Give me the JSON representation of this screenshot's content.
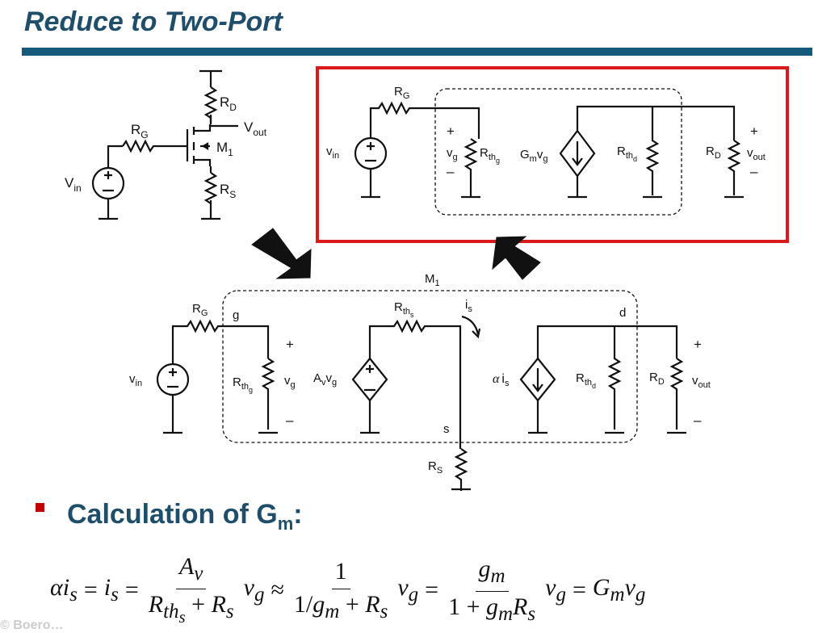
{
  "slide": {
    "title": "Reduce to Two-Port"
  },
  "mosfet_circuit": {
    "source": "V",
    "source_sub": "in",
    "rg": "R",
    "rg_sub": "G",
    "rd": "R",
    "rd_sub": "D",
    "rs": "R",
    "rs_sub": "S",
    "out": "V",
    "out_sub": "out",
    "device": "M",
    "device_sub": "1"
  },
  "two_port": {
    "vin": "v",
    "vin_sub": "in",
    "rg": "R",
    "rg_sub": "G",
    "plus_vg": "+",
    "vg": "v",
    "vg_sub": "g",
    "minus_vg": "–",
    "rthg": "R",
    "rthg_sub": "th",
    "rthg_subsub": "g",
    "gm": "G",
    "gm_sub": "m",
    "gm_v": "v",
    "gm_v_sub": "g",
    "rthd": "R",
    "rthd_sub": "th",
    "rthd_subsub": "d",
    "rd": "R",
    "rd_sub": "D",
    "plus_out": "+",
    "vout": "v",
    "vout_sub": "out",
    "minus_out": "–"
  },
  "model": {
    "device": "M",
    "device_sub": "1",
    "vin": "v",
    "vin_sub": "in",
    "rg": "R",
    "rg_sub": "G",
    "node_g": "g",
    "node_s": "s",
    "node_d": "d",
    "rthg": "R",
    "rthg_sub": "th",
    "rthg_subsub": "g",
    "plus_vg": "+",
    "vg": "v",
    "vg_sub": "g",
    "minus_vg": "–",
    "av": "A",
    "av_sub": "v",
    "av_v": "v",
    "av_v_sub": "g",
    "rths": "R",
    "rths_sub": "th",
    "rths_subsub": "s",
    "is": "i",
    "is_sub": "s",
    "alpha": "α",
    "alpha_i": "i",
    "alpha_i_sub": "s",
    "rthd": "R",
    "rthd_sub": "th",
    "rthd_subsub": "d",
    "rd": "R",
    "rd_sub": "D",
    "plus_out": "+",
    "vout": "v",
    "vout_sub": "out",
    "minus_out": "–",
    "rs": "R",
    "rs_sub": "S"
  },
  "bullet": {
    "text": "Calculation of G",
    "sub": "m",
    "colon": ":"
  },
  "equation": {
    "alpha": "α",
    "i": "i",
    "s": "s",
    "eq": "=",
    "approx": "≈",
    "frac1_num": "A",
    "frac1_num_sub": "v",
    "frac1_den_a": "R",
    "frac1_den_a_sub": "th",
    "frac1_den_a_subsub": "s",
    "plus": "+",
    "frac1_den_b": "R",
    "frac1_den_b_sub": "s",
    "v": "v",
    "g": "g",
    "frac2_num": "1",
    "frac2_den_a": "1/",
    "frac2_den_g": "g",
    "frac2_den_m": "m",
    "frac3_num": "g",
    "frac3_num_sub": "m",
    "frac3_den_one": "1",
    "frac3_den_g": "g",
    "frac3_den_m": "m",
    "frac3_den_r": "R",
    "frac3_den_r_sub": "s",
    "G": "G",
    "m": "m"
  },
  "footer": {
    "text": "© Boero…"
  },
  "colors": {
    "title": "#1f4e6b",
    "rule": "#17597a",
    "highlight": "#d91a1a",
    "bullet": "#c00000"
  }
}
